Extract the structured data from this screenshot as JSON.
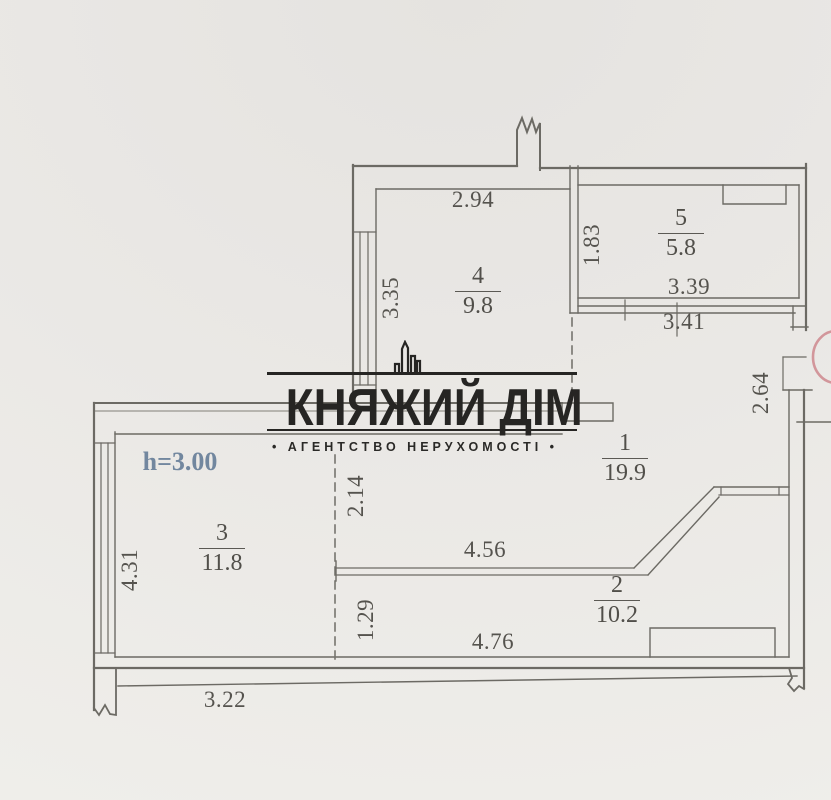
{
  "plan": {
    "height_note": "h=3.00",
    "rooms": [
      {
        "number": "1",
        "area": "19.9"
      },
      {
        "number": "2",
        "area": "10.2"
      },
      {
        "number": "3",
        "area": "11.8"
      },
      {
        "number": "4",
        "area": "9.8"
      },
      {
        "number": "5",
        "area": "5.8"
      }
    ],
    "dims": {
      "room4_width": "2.94",
      "room4_depth": "3.35",
      "room5_depth": "1.83",
      "room5_width": "3.39",
      "hall_width": "3.41",
      "hall_depth": "2.64",
      "room1_left": "2.14",
      "balcony_top": "4.56",
      "balcony_left": "1.29",
      "balcony_bottom": "4.76",
      "terrace_bottom": "3.22",
      "room3_depth": "4.31"
    },
    "colors": {
      "line": "#6c6a64",
      "height_note": "#72879f",
      "entry_marker": "#d2969b",
      "watermark": "#262523"
    }
  },
  "watermark": {
    "title": "КНЯЖИЙ ДІМ",
    "subtitle": "• АГЕНТСТВО  НЕРУХОМОСТІ •"
  }
}
